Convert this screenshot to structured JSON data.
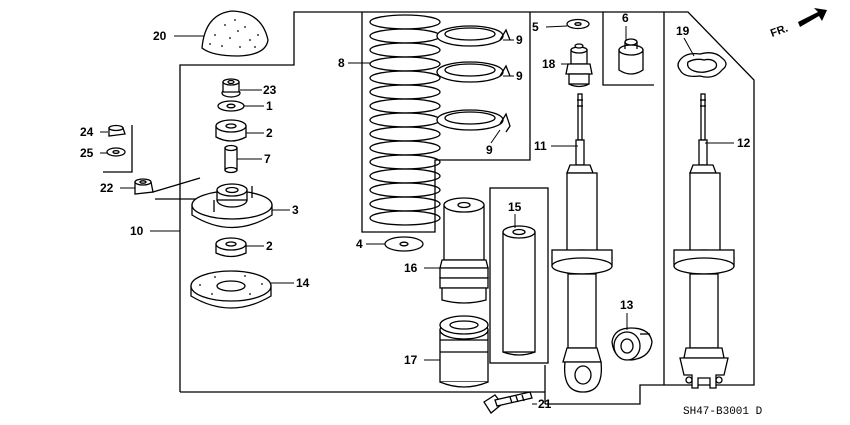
{
  "diagram": {
    "direction_label": "FR.",
    "code": "SH47-B3001 D",
    "callouts": {
      "c1": "1",
      "c2a": "2",
      "c2b": "2",
      "c3": "3",
      "c4": "4",
      "c5": "5",
      "c6": "6",
      "c7": "7",
      "c8": "8",
      "c9a": "9",
      "c9b": "9",
      "c9c": "9",
      "c10": "10",
      "c11": "11",
      "c12": "12",
      "c13": "13",
      "c14": "14",
      "c15": "15",
      "c16": "16",
      "c17": "17",
      "c18": "18",
      "c19": "19",
      "c20": "20",
      "c21": "21",
      "c22": "22",
      "c23": "23",
      "c24": "24",
      "c25": "25"
    }
  }
}
